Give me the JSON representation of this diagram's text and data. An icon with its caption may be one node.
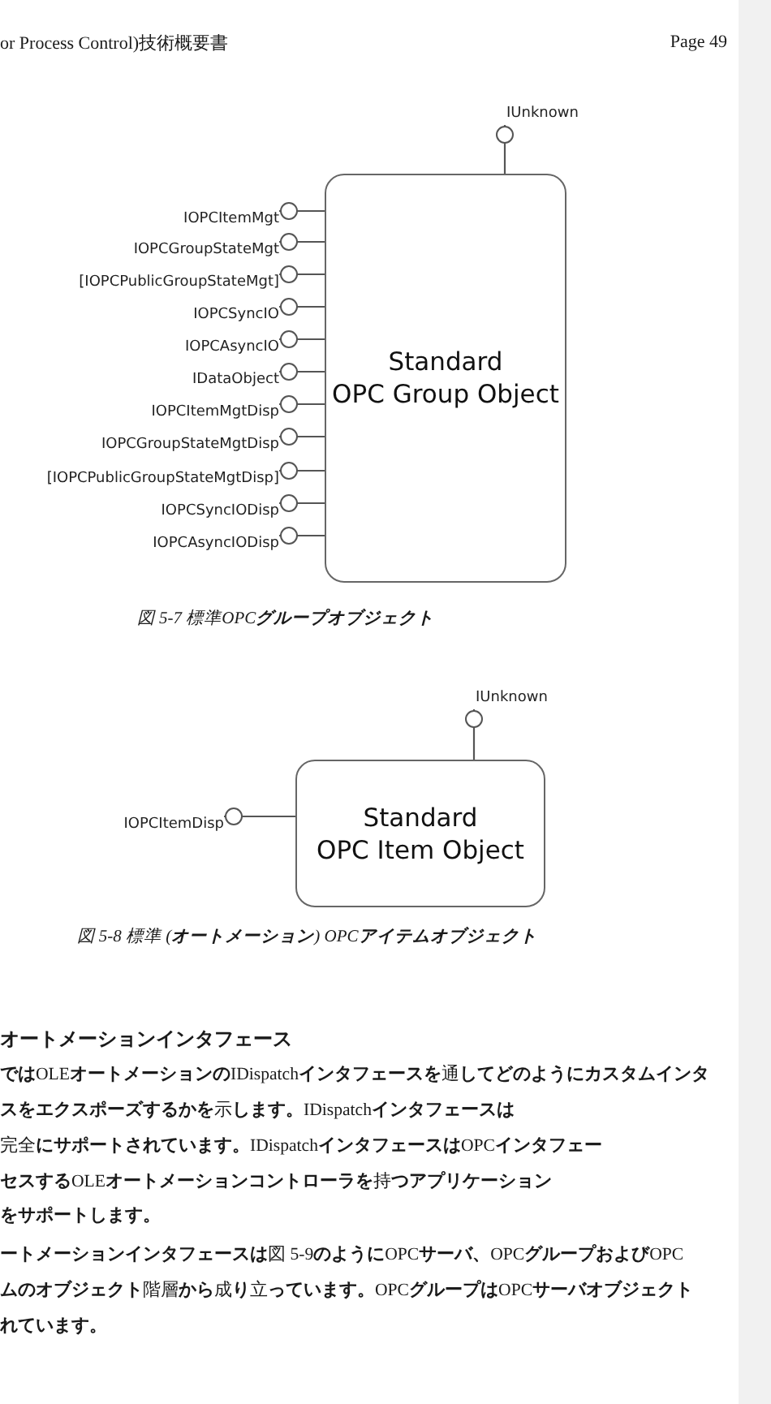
{
  "diagram": {
    "nodes": [
      {
        "text": [
          "Standard OPC Group Object"
        ]
      },
      {
        "text": [
          "IUnknown"
        ]
      },
      {
        "text": [
          "IOPCItemMgt"
        ]
      },
      {
        "text": [
          "IOPCGroupStateMgt"
        ]
      },
      {
        "text": [
          "[IOPCPublicGroupStateMgt]"
        ]
      },
      {
        "text": [
          "IOPCSyncIO"
        ]
      },
      {
        "text": [
          "IOPCAsyncIO"
        ]
      },
      {
        "text": [
          "IDataObject"
        ]
      },
      {
        "text": [
          "IOPCItemMgtDisp"
        ]
      },
      {
        "text": [
          "IOPCGroupStateMgtDisp"
        ]
      },
      {
        "text": [
          "[IOPCPublicGroupStateMgtDisp]"
        ]
      },
      {
        "text": [
          "IOPCSyncIODisp"
        ]
      },
      {
        "text": [
          "IOPCAsyncIODisp"
        ]
      },
      {
        "text": [
          "Standard OPC Item Object"
        ]
      },
      {
        "text": [
          "IUnknown"
        ]
      },
      {
        "text": [
          "IOPCItemDisp"
        ]
      }
    ],
    "edges": [
      {
        "from": 0,
        "to": 1,
        "arrow": "other"
      },
      {
        "from": 0,
        "to": 2,
        "arrow": "other"
      },
      {
        "from": 0,
        "to": 3,
        "arrow": "other"
      },
      {
        "from": 0,
        "to": 4,
        "arrow": "other"
      },
      {
        "from": 0,
        "to": 5,
        "arrow": "other"
      },
      {
        "from": 0,
        "to": 6,
        "arrow": "other"
      },
      {
        "from": 0,
        "to": 7,
        "arrow": "other"
      },
      {
        "from": 0,
        "to": 8,
        "arrow": "other"
      },
      {
        "from": 0,
        "to": 9,
        "arrow": "other"
      },
      {
        "from": 0,
        "to": 10,
        "arrow": "other"
      },
      {
        "from": 0,
        "to": 11,
        "arrow": "other"
      },
      {
        "from": 0,
        "to": 12,
        "arrow": "other"
      },
      {
        "from": 13,
        "to": 14,
        "arrow": "other"
      },
      {
        "from": 13,
        "to": 15,
        "arrow": "other"
      }
    ],
    "labels": [
      "or Process Control)技術概要書",
      "Page 49",
      "図 5-7 標準OPC**グループオブジェクト**",
      "図 5-8 標準 (**オートメーション**) OPC**アイテムオブジェクト**",
      "オートメーションインタフェース",
      "**では**OLE**オートメーションの**IDispatch**インタフェースを**通**してどのようにカスタムインタ**",
      "**スをエクスポーズするかを**示**します。**IDispatch**インタフェースは**",
      "完全**にサポートされています。**IDispatch**インタフェースは**OPC**インタフェー**",
      "**セスする**OLE**オートメーションコントローラを**持**つアプリケーション**",
      "をサポートします。",
      "**ートメーションインタフェースは**図 5-9**のように**OPC**サーバ、**OPC**グループおよび**OPC",
      "**ムのオブジェクト**階層**から**成**り**立**っています。**OPC**グループは**OPC**サーバオブジェクト**",
      "れています。"
    ]
  }
}
